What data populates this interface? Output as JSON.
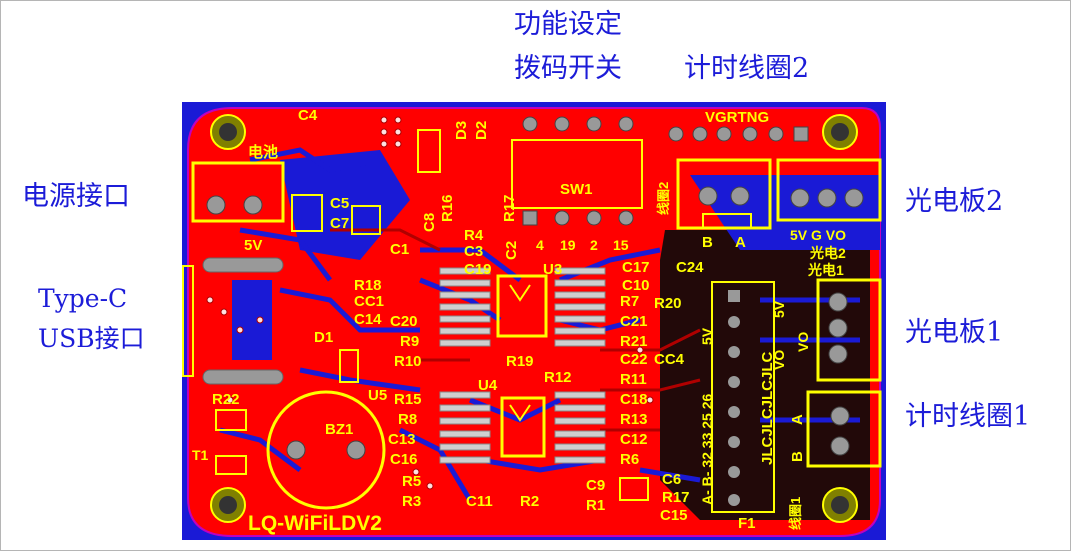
{
  "annotations": {
    "func_setting": "功能设定",
    "dip_switch": "拨码开关",
    "timing_coil_2": "计时线圈2",
    "power_port": "电源接口",
    "typec": "Type-C",
    "usb_port": "USB接口",
    "photo_board_2": "光电板2",
    "photo_board_1": "光电板1",
    "timing_coil_1": "计时线圈1"
  },
  "pcb": {
    "board_name": "LQ-WiFiLDV2",
    "connector_labels": {
      "top_pins": "VGRTNG",
      "battery": "电池",
      "v5": "5V",
      "sw1": "SW1",
      "sw_pins": [
        "4",
        "19",
        "2",
        "15"
      ],
      "coil2_silk": "线圈2",
      "coil1_silk": "线圈1",
      "ab_a": "A",
      "ab_b": "B",
      "photo_pins": "5V G VO",
      "photo2_silk": "光电2",
      "photo1_silk": "光电1",
      "vo": "VO",
      "gnd": "G",
      "jlc": "JLCJLCJLCJLC",
      "pin_numbers": "A- B- 32 33 25 26",
      "bt": "T1",
      "bz": "BZ1"
    },
    "designators": [
      "C4",
      "C5",
      "C7",
      "C8",
      "R16",
      "R17",
      "C1",
      "R4",
      "C3",
      "C2",
      "C19",
      "U3",
      "D3",
      "D2",
      "C17",
      "C24",
      "C10",
      "R18",
      "CC1",
      "C14",
      "C20",
      "R20",
      "R7",
      "C21",
      "R21",
      "C22",
      "CC4",
      "D1",
      "R9",
      "R10",
      "R19",
      "R11",
      "U4",
      "R12",
      "C18",
      "C13",
      "R15",
      "R8",
      "R13",
      "C12",
      "C16",
      "R6",
      "R5",
      "R3",
      "C11",
      "R2",
      "C9",
      "R1",
      "C6",
      "R17",
      "C15",
      "R22",
      "U5",
      "F1"
    ]
  },
  "colors": {
    "board": "#ff0000",
    "copper_bottom": "#1a1ad6",
    "silkscreen": "#ffff00",
    "outline": "#c000c0",
    "annotation": "#1c1cd8"
  }
}
